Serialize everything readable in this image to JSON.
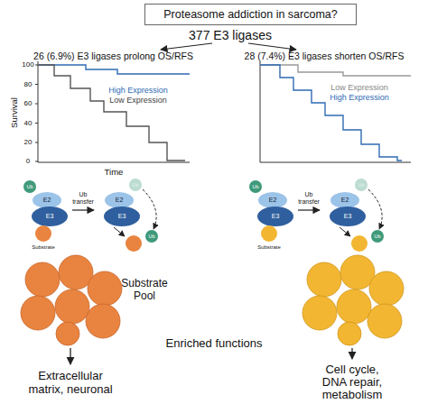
{
  "diagram": {
    "title": "Proteasome addiction in sarcoma?",
    "nodes": [
      {
        "text": [
          "377 E3 ligases"
        ]
      },
      {
        "text": [
          "26 (6.9%) E3 ligases prolong OS/RFS"
        ]
      },
      {
        "text": [
          "28 (7.4%) E3 ligases shorten OS/RFS"
        ]
      }
    ],
    "edges": [
      {
        "from": 0,
        "to": 1,
        "arrow": "to"
      },
      {
        "from": 0,
        "to": 2,
        "arrow": "to"
      }
    ],
    "labels": [
      "100",
      "80",
      "60",
      "40",
      "20",
      "0",
      "Survival",
      "Time",
      "High Expression",
      "Low Expression",
      "Low Expression",
      "High Expression",
      "Ub",
      "E2",
      "E3",
      "Substrate",
      "Ub transfer",
      "Ub",
      "E2",
      "E3",
      "Ub",
      "Ub",
      "E2",
      "E3",
      "Substrate",
      "Ub transfer",
      "Ub",
      "E2",
      "E3",
      "Ub",
      "Substrate Pool",
      "Enriched functions",
      "Extracellular matrix, neuronal",
      "Cell cycle, DNA repair, metabolism"
    ]
  }
}
